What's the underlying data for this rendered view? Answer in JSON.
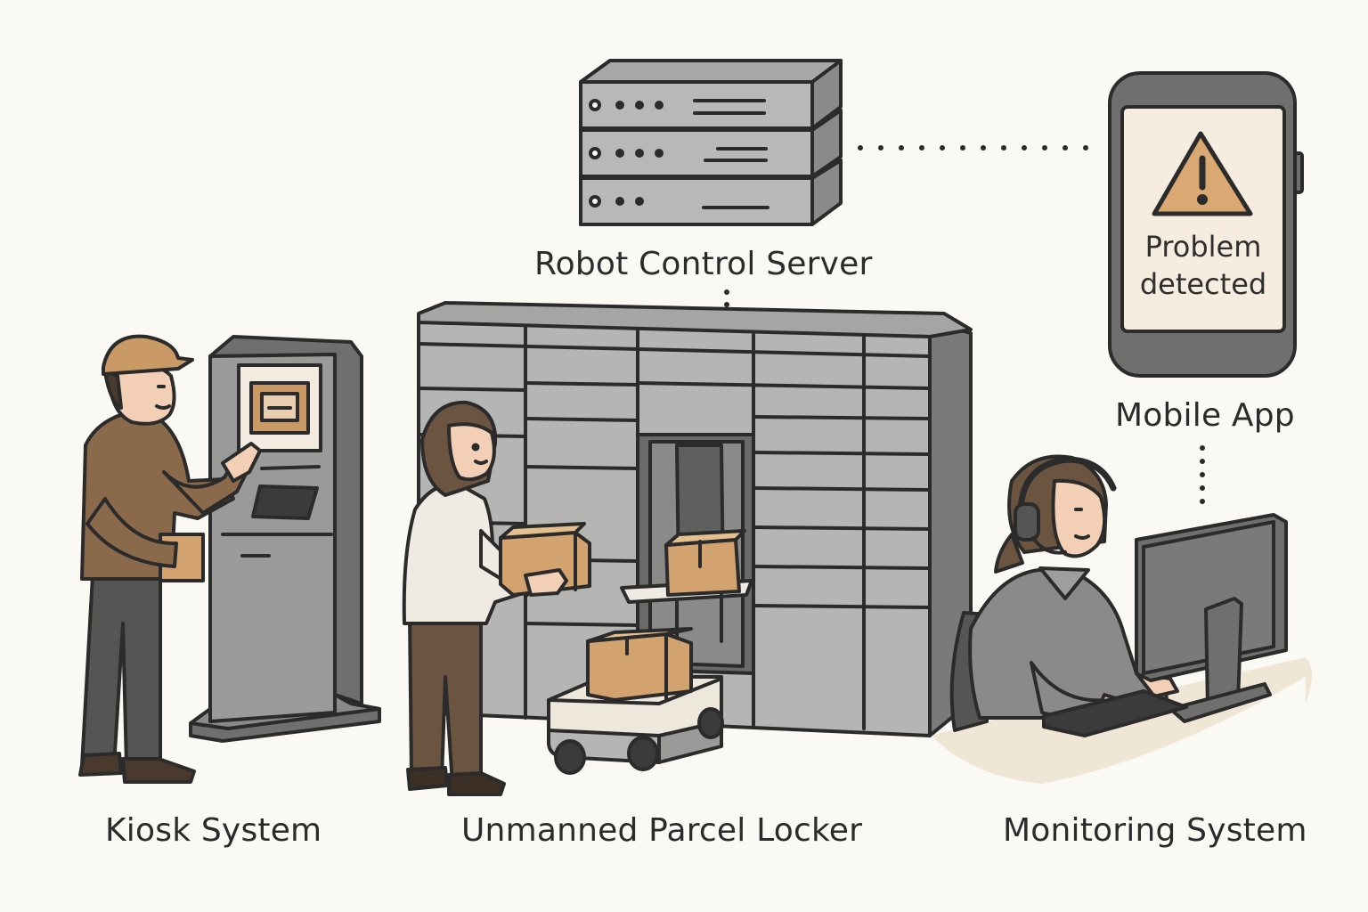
{
  "labels": {
    "robot_control_server": "Robot Control Server",
    "mobile_app": "Mobile App",
    "kiosk_system": "Kiosk System",
    "parcel_locker": "Unmanned Parcel Locker",
    "monitoring_system": "Monitoring System"
  },
  "phone": {
    "alert_line1": "Problem",
    "alert_line2": "detected",
    "alert_icon": "warning-triangle-icon"
  },
  "colors": {
    "background": "#fbf9f4",
    "outline": "#2b2b2b",
    "device_gray": "#8a8a88",
    "light_gray": "#b5b5b3",
    "cardboard": "#d3a36f",
    "alert_fill": "#d9a873",
    "phone_screen": "#f6ecdf"
  }
}
